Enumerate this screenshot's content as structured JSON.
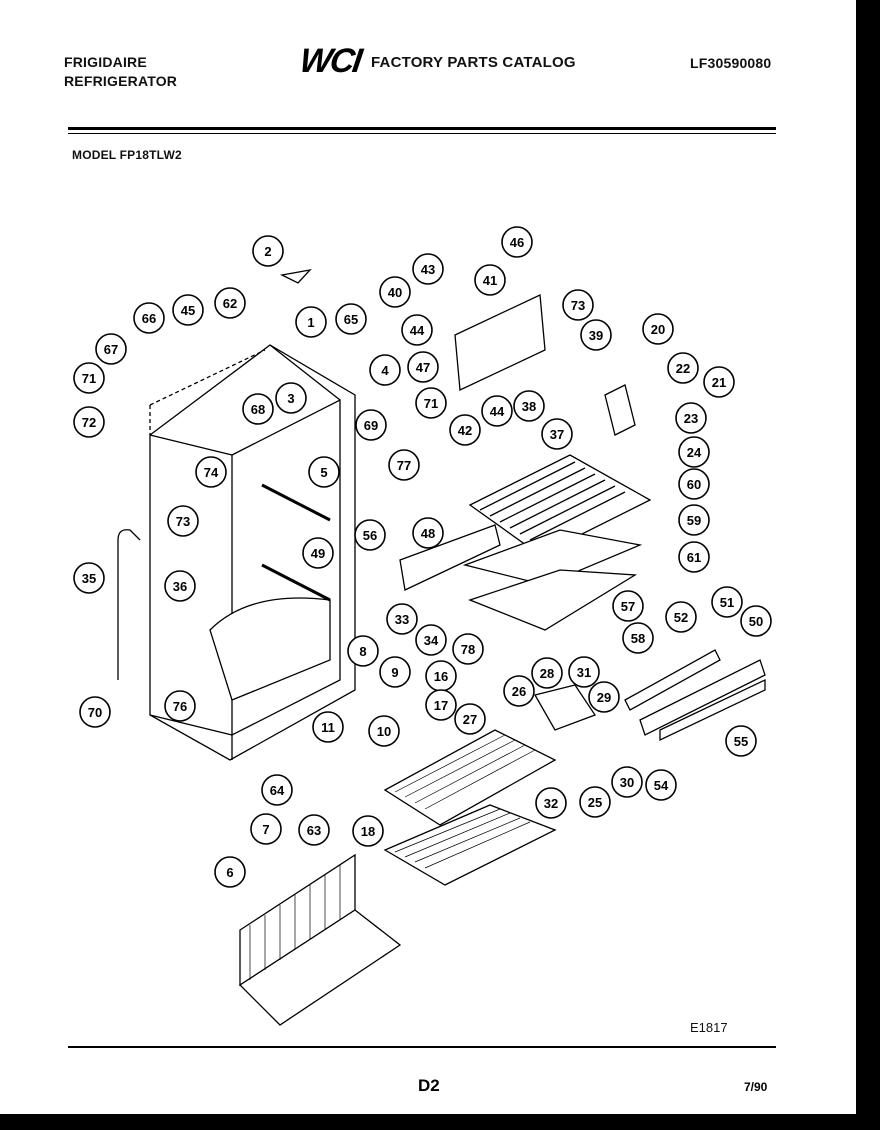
{
  "header": {
    "brand_line1": "FRIGIDAIRE",
    "brand_line2": "REFRIGERATOR",
    "logo": "WCI",
    "catalog_title": "FACTORY PARTS CATALOG",
    "catalog_number": "LF30590080",
    "model": "MODEL FP18TLW2"
  },
  "footer": {
    "figure_code": "E1817",
    "page": "D2",
    "date": "7/90"
  },
  "callouts": [
    "2",
    "46",
    "43",
    "41",
    "40",
    "73",
    "65",
    "66",
    "45",
    "62",
    "1",
    "44",
    "47",
    "39",
    "20",
    "67",
    "4",
    "22",
    "71",
    "3",
    "21",
    "72",
    "68",
    "71",
    "38",
    "42",
    "44",
    "23",
    "69",
    "37",
    "24",
    "74",
    "5",
    "77",
    "73",
    "60",
    "49",
    "56",
    "48",
    "59",
    "36",
    "35",
    "61",
    "33",
    "57",
    "34",
    "58",
    "52",
    "51",
    "50",
    "78",
    "8",
    "28",
    "31",
    "9",
    "16",
    "17",
    "26",
    "29",
    "70",
    "76",
    "27",
    "11",
    "10",
    "55",
    "30",
    "25",
    "54",
    "64",
    "32",
    "18",
    "7",
    "63",
    "6"
  ]
}
